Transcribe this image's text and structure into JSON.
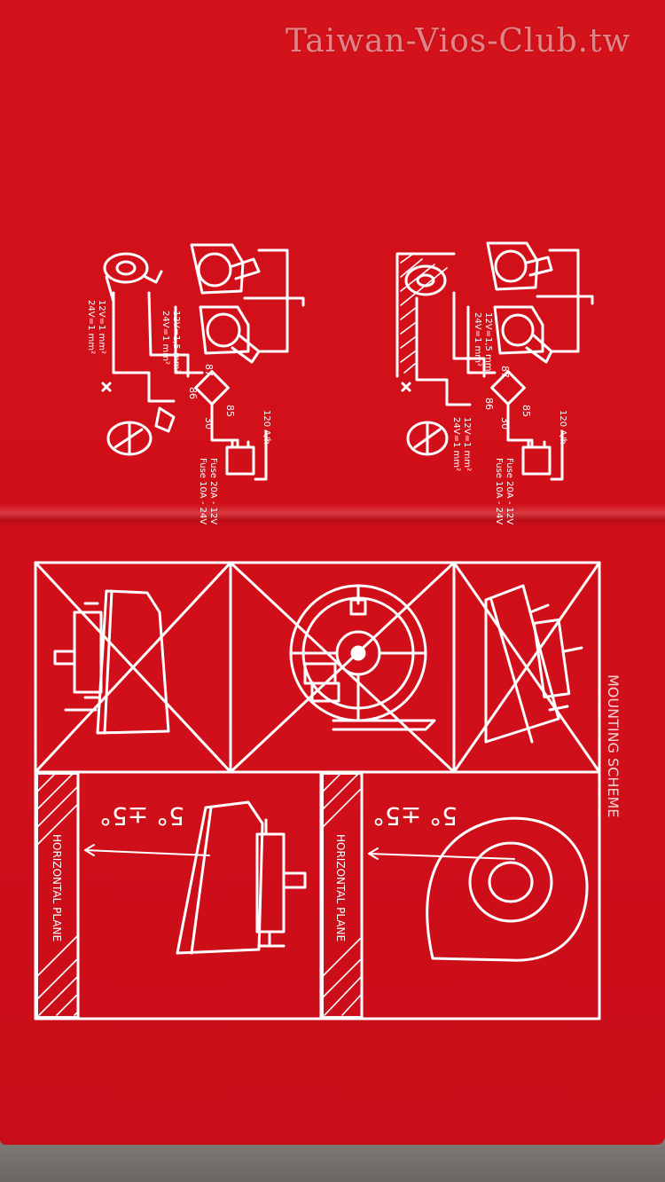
{
  "watermark": "Taiwan-Vios-Club.tw",
  "wiring": {
    "wire_a": "12V=1 mm²",
    "wire_b": "24V=1 mm²",
    "wire_c": "12V=1,5 mm²",
    "wire_d": "24V=1 mm²",
    "relay_85": "85",
    "relay_86": "86",
    "relay_87": "87",
    "relay_30": "30",
    "fuse_12v": "Fuse 20A - 12V",
    "fuse_24v": "Fuse 10A - 24V",
    "ground": "120 A/h",
    "plus": "+",
    "minus": "-"
  },
  "mounting": {
    "angle_label": "5° ±5°",
    "horizontal_plane": "HORIZONTAL PLANE",
    "side_text": "MOUNTING SCHEME"
  },
  "colors": {
    "card_red": "#d4121b",
    "line_white": "#ffffff"
  }
}
